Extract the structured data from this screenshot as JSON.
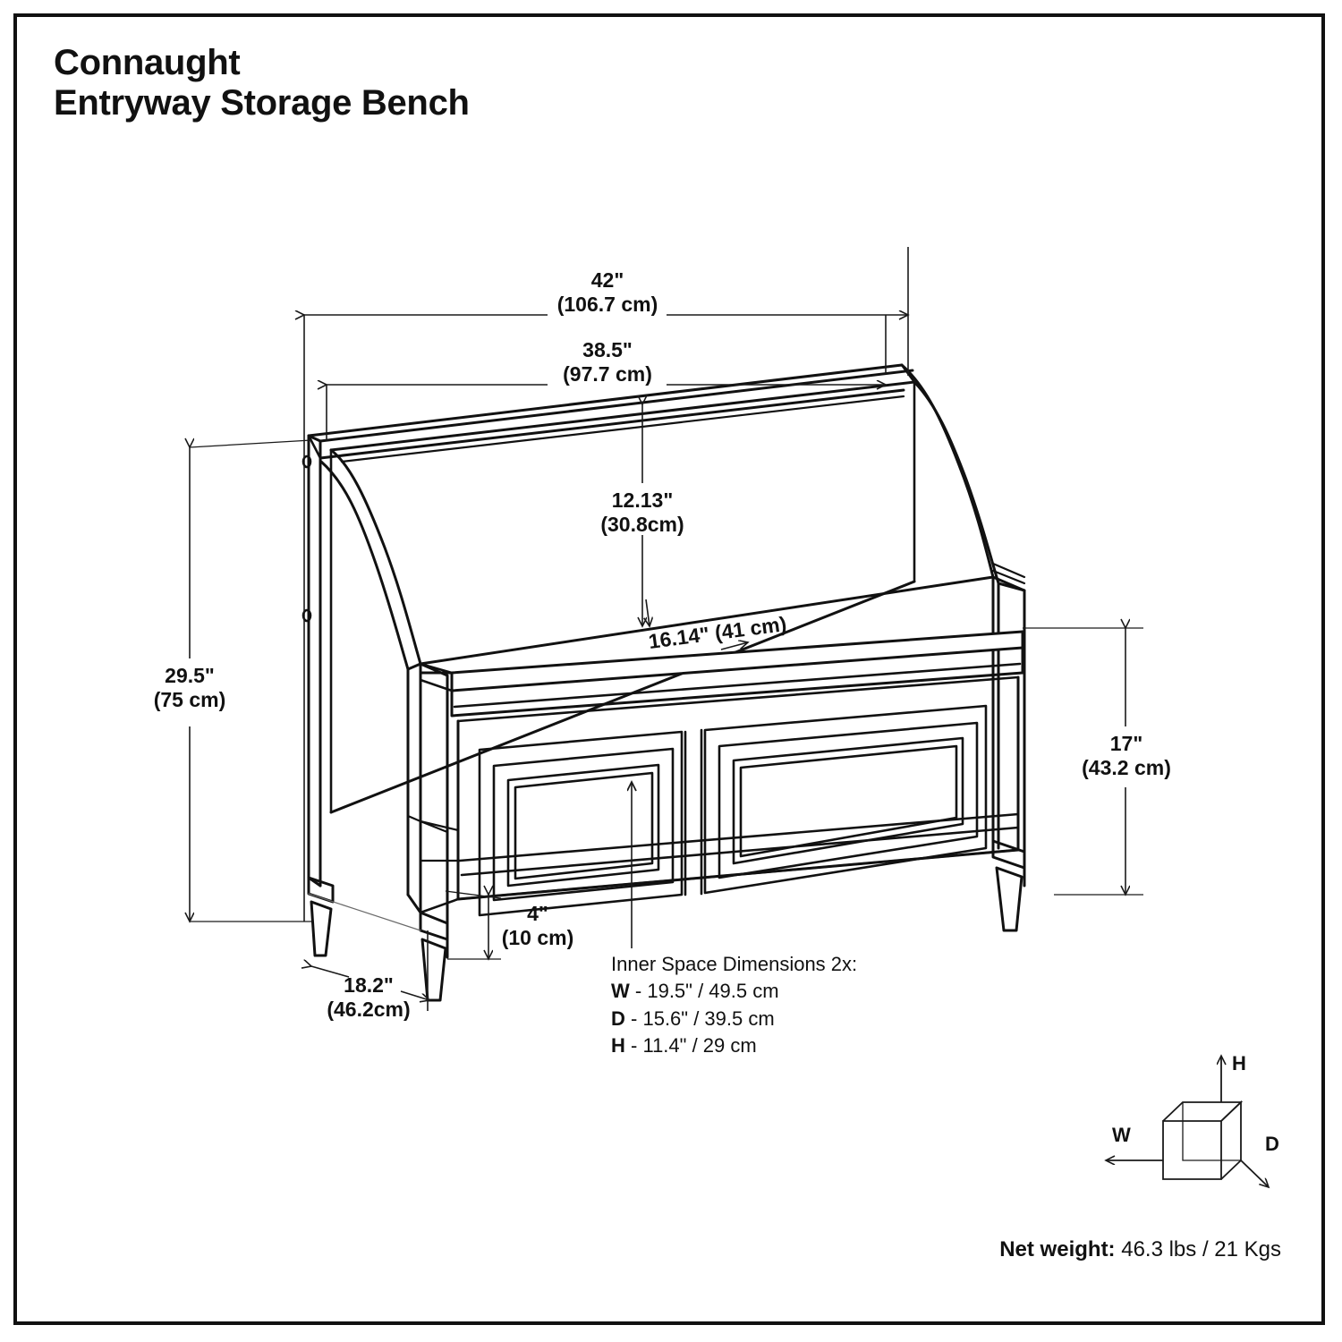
{
  "product": {
    "title_line_1": "Connaught",
    "title_line_2": "Entryway Storage Bench"
  },
  "dimensions": {
    "overall_width": {
      "imperial": "42\"",
      "metric": "(106.7 cm)"
    },
    "back_width": {
      "imperial": "38.5\"",
      "metric": "(97.7 cm)"
    },
    "back_height": {
      "imperial": "12.13\"",
      "metric": "(30.8cm)"
    },
    "seat_depth": {
      "combined": "16.14\" (41 cm)"
    },
    "overall_height": {
      "imperial": "29.5\"",
      "metric": "(75 cm)"
    },
    "seat_height": {
      "imperial": "17\"",
      "metric": "(43.2 cm)"
    },
    "leg_height": {
      "imperial": "4\"",
      "metric": "(10 cm)"
    },
    "overall_depth": {
      "imperial": "18.2\"",
      "metric": "(46.2cm)"
    }
  },
  "inner_space": {
    "heading": "Inner Space Dimensions 2x:",
    "rows": [
      {
        "key": "W",
        "sep": "-",
        "value": "19.5\" / 49.5 cm"
      },
      {
        "key": "D",
        "sep": "-",
        "value": "15.6\" / 39.5 cm"
      },
      {
        "key": "H",
        "sep": "-",
        "value": "11.4\" / 29 cm"
      }
    ]
  },
  "axis_legend": {
    "width_letter": "W",
    "height_letter": "H",
    "depth_letter": "D"
  },
  "net_weight": {
    "label": "Net weight:",
    "value": "46.3 lbs / 21 Kgs"
  },
  "colors": {
    "ink": "#111111",
    "paper": "#ffffff",
    "line": "#1a1a1a"
  }
}
